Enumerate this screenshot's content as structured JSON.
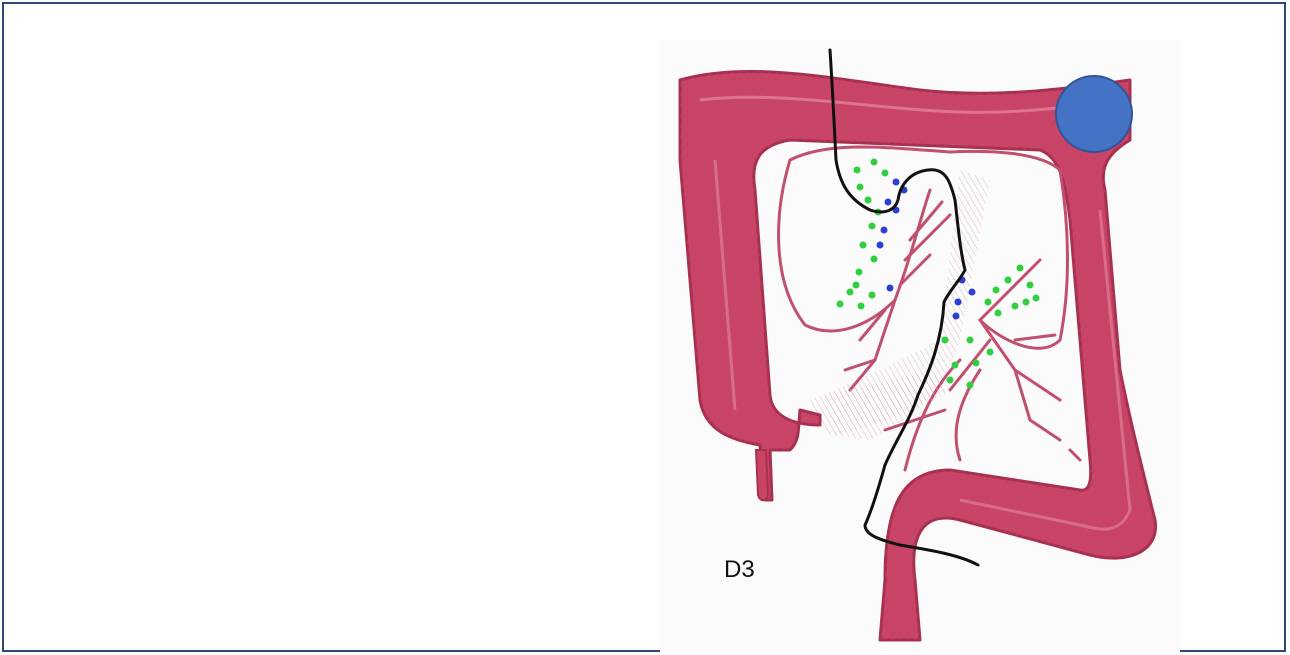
{
  "figure": {
    "label": "D3",
    "colors": {
      "colon_fill": "#c94366",
      "colon_stroke": "#b23a5a",
      "vessel": "#c0506e",
      "mesentery_hatch": "#d9a6b2",
      "resection_line": "#111111",
      "lymph_node_blue": "#2b3fd4",
      "lymph_node_green": "#2fcf3f",
      "marker": "#4472c4",
      "frame_border": "#2f4a7a"
    },
    "icons": [
      "colon-diagram",
      "resection-line",
      "lymph-node-dots",
      "tumor-marker-circle"
    ]
  }
}
